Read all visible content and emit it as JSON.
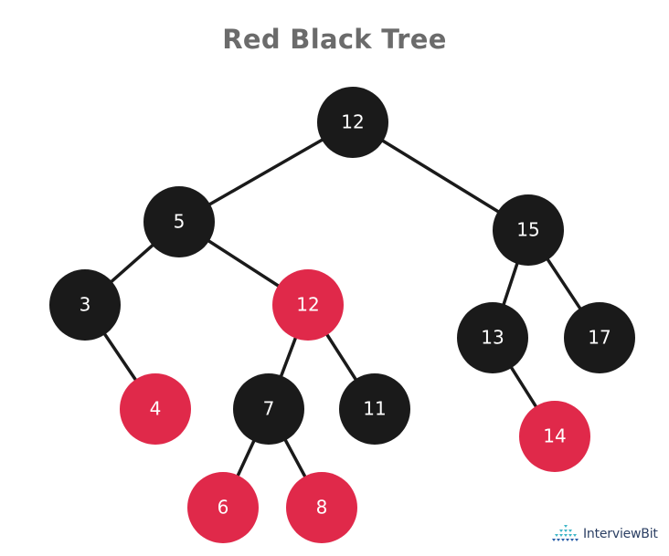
{
  "diagram": {
    "title": "Red Black Tree",
    "colors": {
      "black": "#1a1a1a",
      "red": "#e0294a",
      "edge": "#1a1a1a",
      "title": "#6b6b6b"
    },
    "nodes": [
      {
        "id": "n12root",
        "label": "12",
        "color": "black"
      },
      {
        "id": "n5",
        "label": "5",
        "color": "black"
      },
      {
        "id": "n15",
        "label": "15",
        "color": "black"
      },
      {
        "id": "n3",
        "label": "3",
        "color": "black"
      },
      {
        "id": "n12red",
        "label": "12",
        "color": "red"
      },
      {
        "id": "n13",
        "label": "13",
        "color": "black"
      },
      {
        "id": "n17",
        "label": "17",
        "color": "black"
      },
      {
        "id": "n4",
        "label": "4",
        "color": "red"
      },
      {
        "id": "n7",
        "label": "7",
        "color": "black"
      },
      {
        "id": "n11",
        "label": "11",
        "color": "black"
      },
      {
        "id": "n14",
        "label": "14",
        "color": "red"
      },
      {
        "id": "n6",
        "label": "6",
        "color": "red"
      },
      {
        "id": "n8",
        "label": "8",
        "color": "red"
      }
    ],
    "edges": [
      [
        "n12root",
        "n5"
      ],
      [
        "n12root",
        "n15"
      ],
      [
        "n5",
        "n3"
      ],
      [
        "n5",
        "n12red"
      ],
      [
        "n15",
        "n13"
      ],
      [
        "n15",
        "n17"
      ],
      [
        "n3",
        "n4"
      ],
      [
        "n12red",
        "n7"
      ],
      [
        "n12red",
        "n11"
      ],
      [
        "n13",
        "n14"
      ],
      [
        "n7",
        "n6"
      ],
      [
        "n7",
        "n8"
      ]
    ]
  },
  "branding": {
    "name": "InterviewBit",
    "icon": "interviewbit-logo-icon"
  }
}
